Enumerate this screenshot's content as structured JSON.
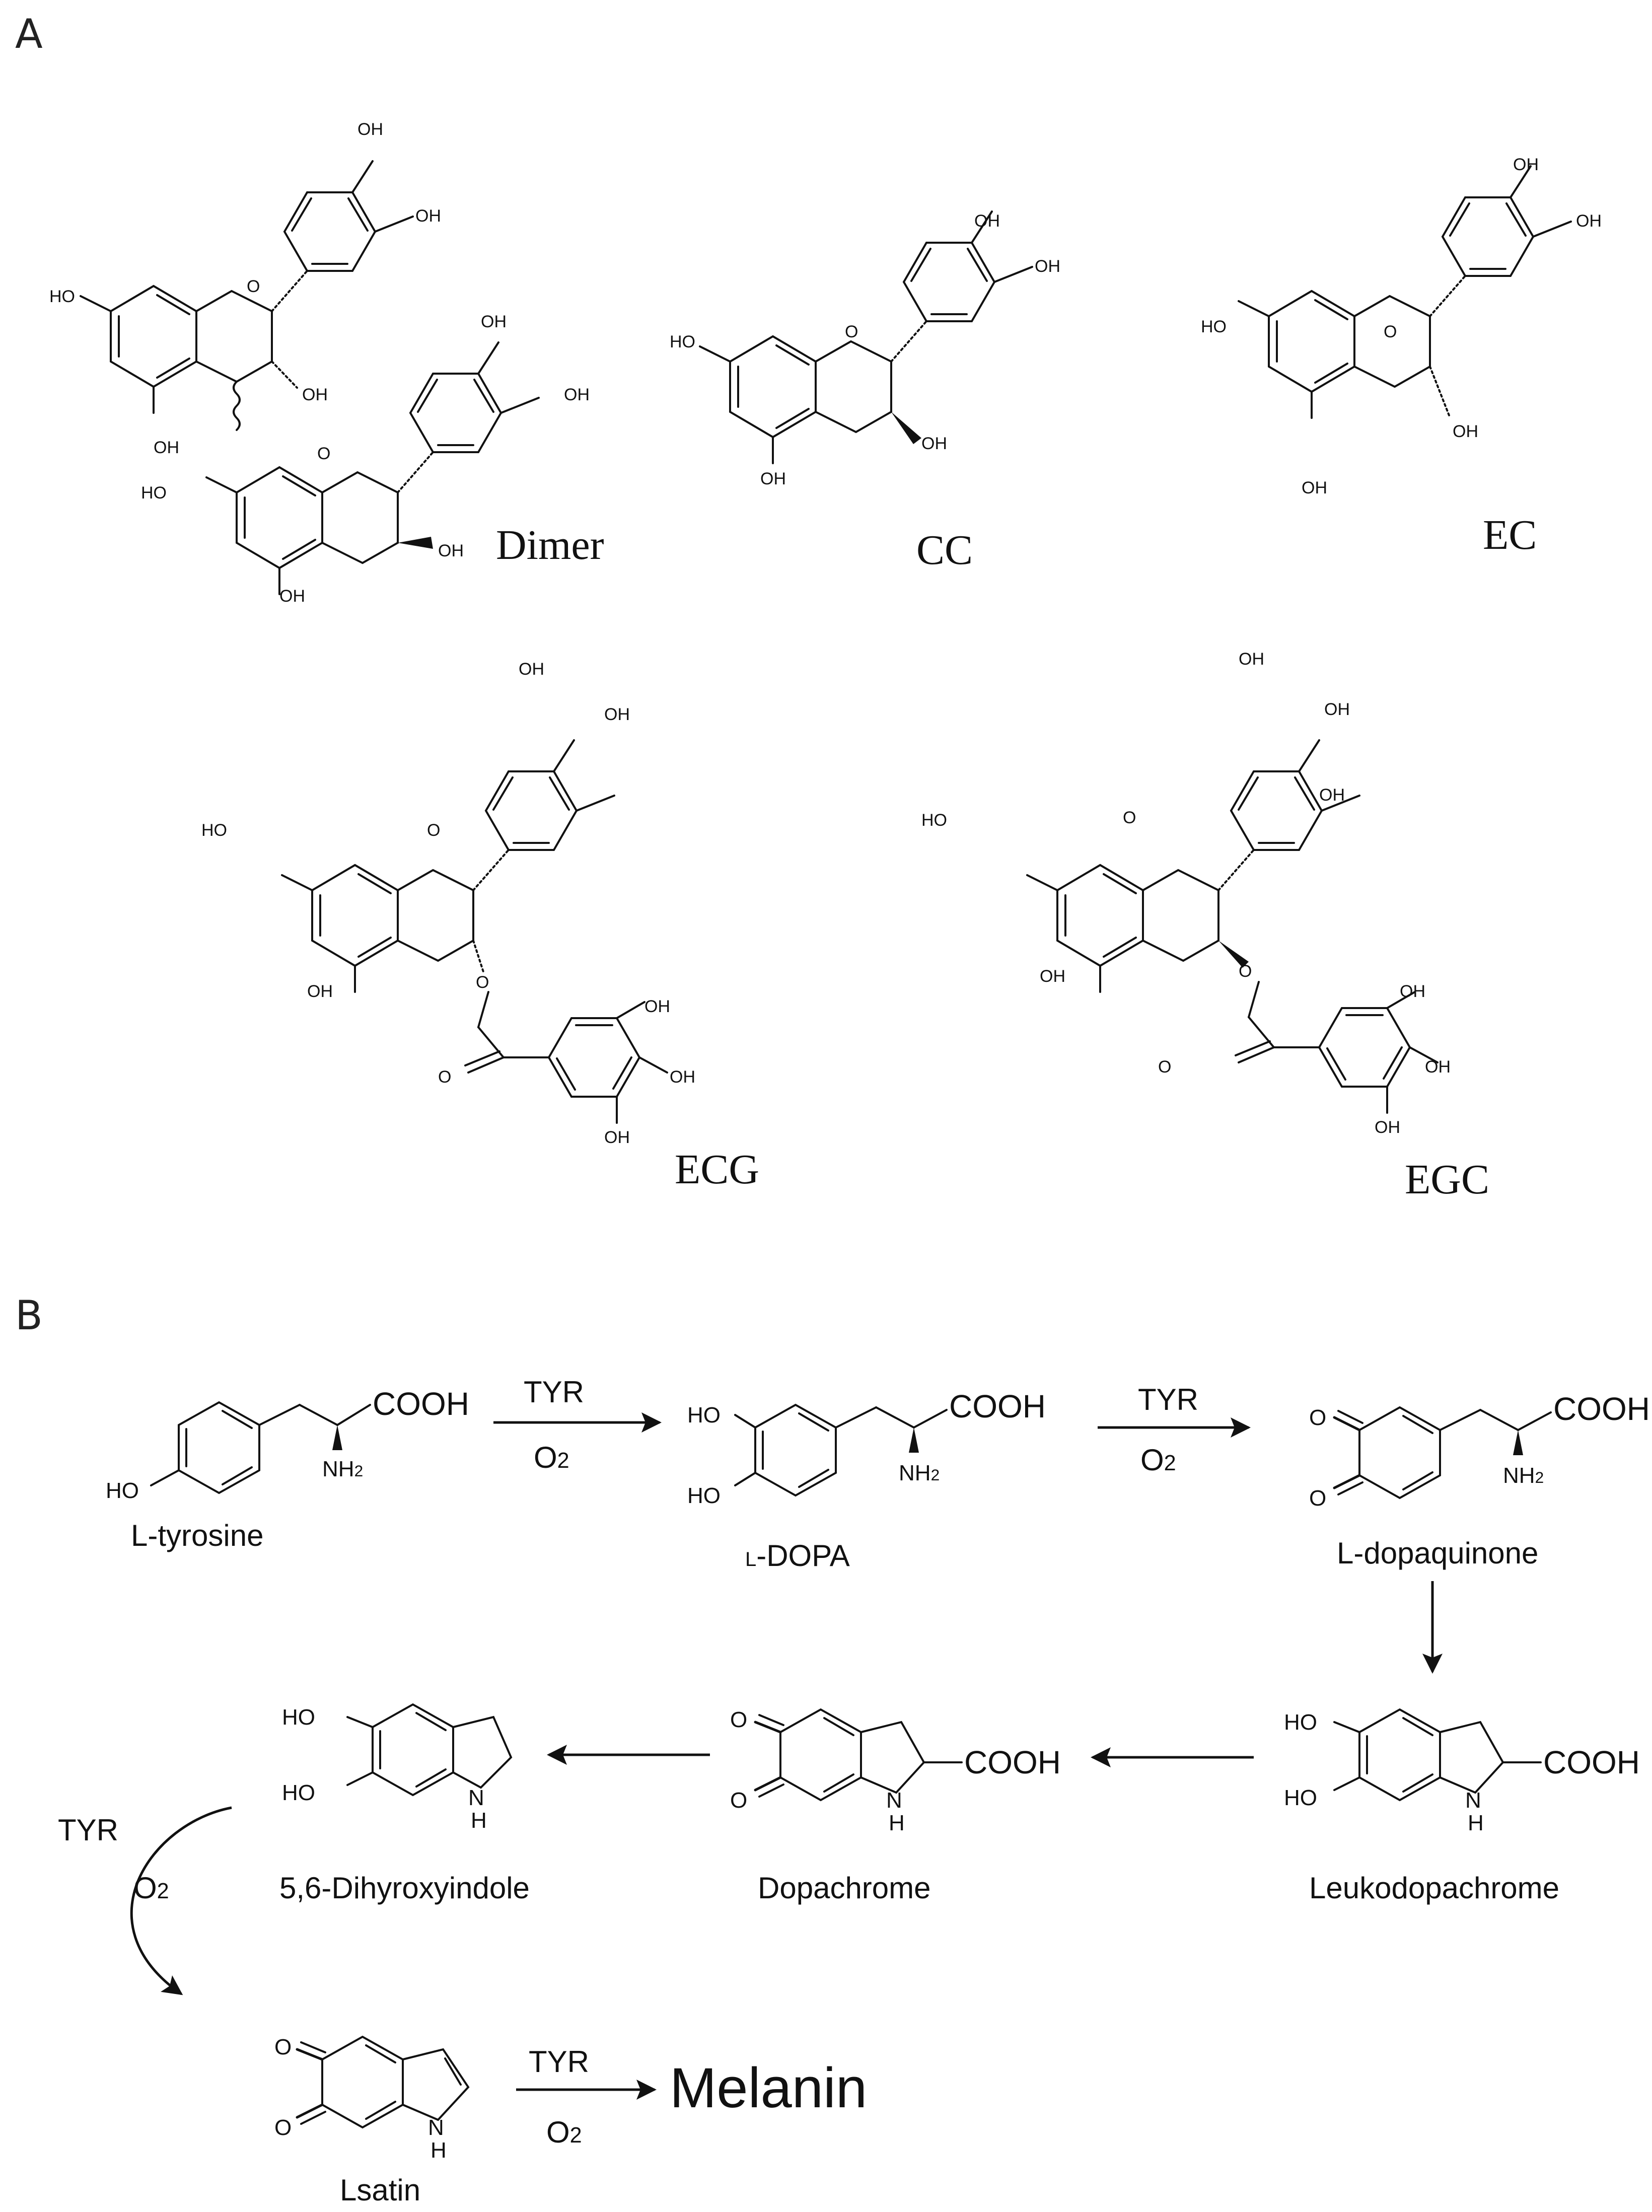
{
  "panels": {
    "a": {
      "label": "A",
      "atom": "O",
      "hydroxyl": "OH",
      "hydroxyl_left": "HO",
      "compounds": {
        "dimer": "Dimer",
        "cc": "CC",
        "ec": "EC",
        "ecg": "ECG",
        "egc": "EGC"
      }
    },
    "b": {
      "label": "B",
      "atoms": {
        "cooh": "COOH",
        "nh2": "NH",
        "nh2_sub": "2",
        "ho": "HO",
        "o": "O",
        "n": "N",
        "h": "H"
      },
      "reagents": {
        "enzyme": "TYR",
        "oxygen": "O",
        "oxygen_sub": "2"
      },
      "compounds": {
        "l_tyrosine": "L-tyrosine",
        "l_dopa_prefix": "L",
        "l_dopa": "-DOPA",
        "l_dopaquinone": "L-dopaquinone",
        "leukodopachrome": "Leukodopachrome",
        "dopachrome": "Dopachrome",
        "dihydroxyindole": "5,6-Dihyroxyindole",
        "lsatin": "Lsatin",
        "melanin": "Melanin"
      }
    }
  }
}
